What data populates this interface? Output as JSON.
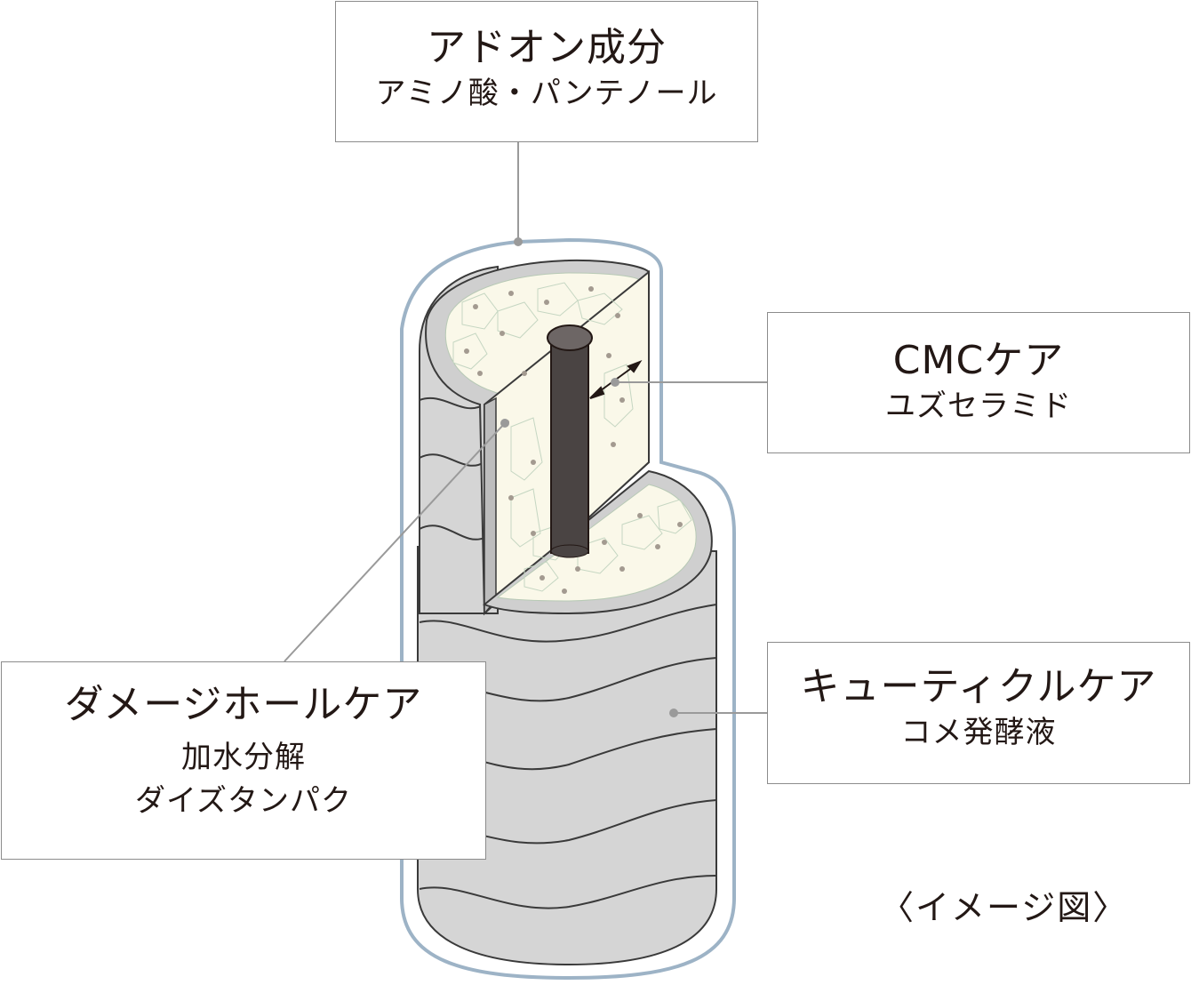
{
  "labels": {
    "addon": {
      "title": "アドオン成分",
      "subtitle": "アミノ酸・パンテノール"
    },
    "cmc": {
      "title": "CMCケア",
      "subtitle": "ユズセラミド"
    },
    "cuticle": {
      "title": "キューティクルケア",
      "subtitle": "コメ発酵液"
    },
    "damage": {
      "title": "ダメージホールケア",
      "line1": "加水分解",
      "line2": "ダイズタンパク"
    }
  },
  "caption": "〈イメージ図〉",
  "colors": {
    "outline": "#9db3c6",
    "cuticle_fill": "#d5d5d5",
    "cortex_fill": "#faf8e9",
    "core_fill": "#4a4443",
    "leader_line": "#9a9a9a",
    "box_border": "#8c8c8c",
    "text": "#231815"
  }
}
